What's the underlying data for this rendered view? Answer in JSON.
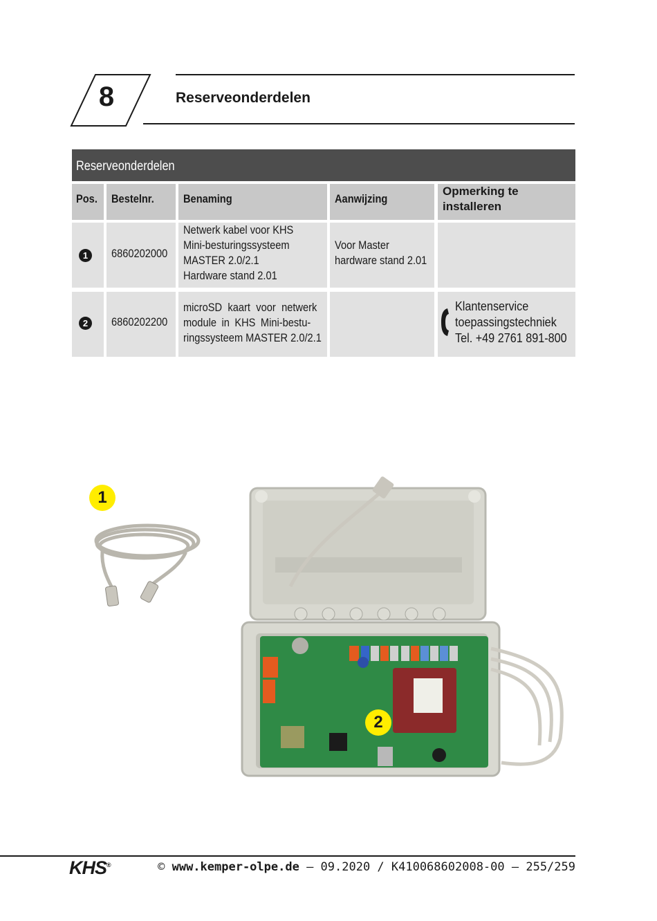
{
  "chapter": {
    "number": "8",
    "title": "Reserveonderdelen"
  },
  "table": {
    "title": "Reserveonderdelen",
    "headers": {
      "pos": "Pos.",
      "order_no": "Bestelnr.",
      "name": "Benaming",
      "note": "Aanwijzing",
      "remark": "Opmerking te installeren"
    },
    "rows": [
      {
        "pos": "1",
        "order_no": "6860202000",
        "name_lines": [
          "Netwerk kabel voor KHS",
          "Mini-besturingssysteem",
          "MASTER 2.0/2.1",
          "Hardware stand 2.01"
        ],
        "note_lines": [
          "Voor Master",
          "hardware stand 2.01"
        ],
        "remark_lines": []
      },
      {
        "pos": "2",
        "order_no": "6860202200",
        "name_lines": [
          "microSD kaart voor netwerk",
          "module in KHS Mini-bestu-",
          "ringssysteem MASTER 2.0/2.1"
        ],
        "note_lines": [],
        "remark_lines": [
          "Klantenservice",
          "toepassingstechniek",
          "Tel. +49 2761 891-800"
        ],
        "remark_icon": "phone-icon"
      }
    ]
  },
  "figure": {
    "callout_1": "1",
    "callout_2": "2"
  },
  "footer": {
    "logo": "KHS",
    "logo_mark": "®",
    "copyright": "©",
    "url": "www.kemper-olpe.de",
    "info": " – 09.2020 / K410068602008-00 – 255/259"
  }
}
